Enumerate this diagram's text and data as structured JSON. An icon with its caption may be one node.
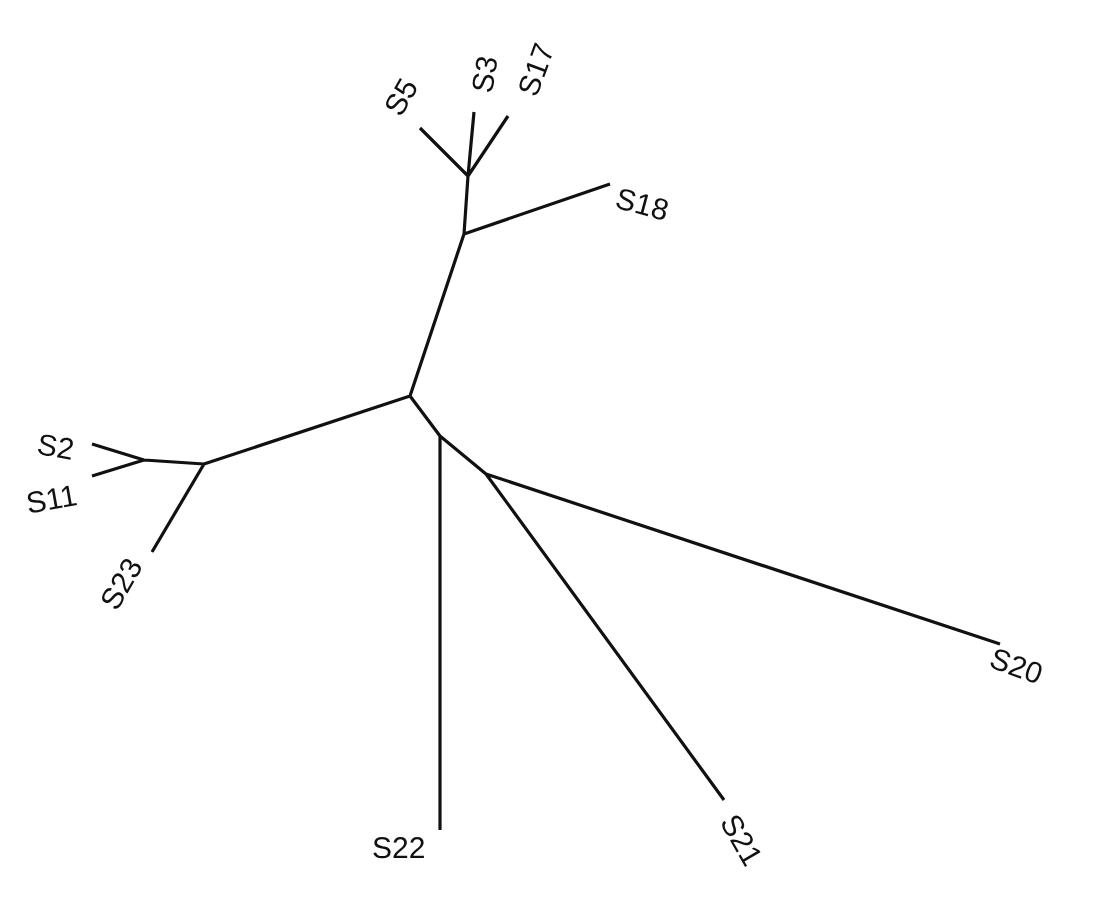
{
  "diagram": {
    "labels": [
      "S5",
      "S3",
      "S17",
      "S18",
      "S2",
      "S11",
      "S23",
      "S22",
      "S21",
      "S20"
    ]
  }
}
